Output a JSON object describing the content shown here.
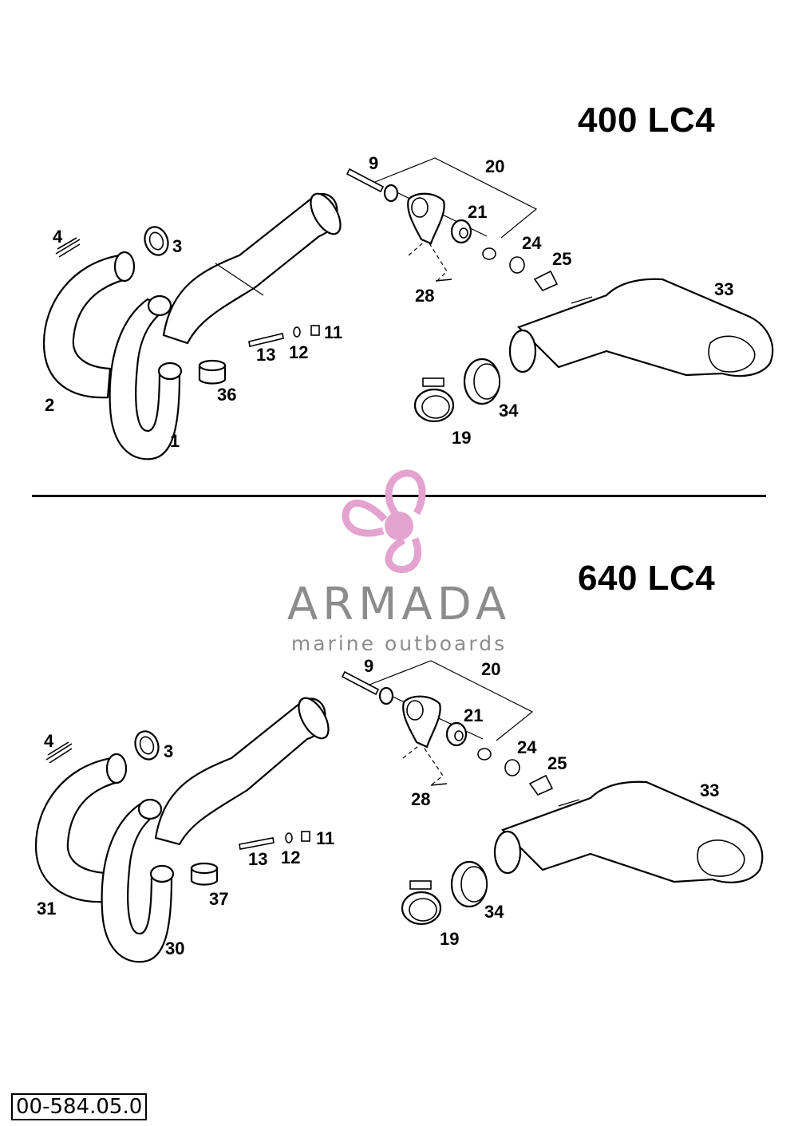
{
  "sections": [
    {
      "title": "400 LC4",
      "labels": {
        "l1": "1",
        "l2": "2",
        "l3": "3",
        "l4": "4",
        "l9": "9",
        "l11": "11",
        "l12": "12",
        "l13": "13",
        "l19": "19",
        "l20": "20",
        "l21": "21",
        "l24": "24",
        "l25": "25",
        "l28": "28",
        "l33": "33",
        "l34": "34",
        "l36": "36"
      }
    },
    {
      "title": "640 LC4",
      "labels": {
        "l30": "30",
        "l31": "31",
        "l3": "3",
        "l4": "4",
        "l9": "9",
        "l11": "11",
        "l12": "12",
        "l13": "13",
        "l19": "19",
        "l20": "20",
        "l21": "21",
        "l24": "24",
        "l25": "25",
        "l28": "28",
        "l33": "33",
        "l34": "34",
        "l37": "37"
      }
    }
  ],
  "watermark": {
    "brand": "ARMADA",
    "tagline": "marine outboards",
    "icon": "propeller-icon",
    "color": "#e4a3cf"
  },
  "drawing_number": "00-584.05.0"
}
